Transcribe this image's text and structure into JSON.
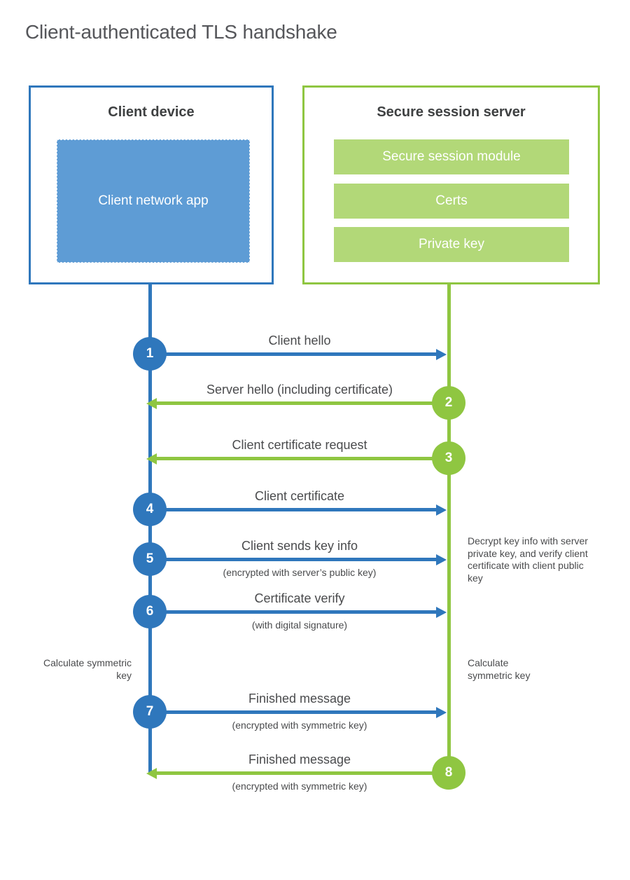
{
  "title": "Client-authenticated TLS handshake",
  "client": {
    "header": "Client device",
    "app_label": "Client network app"
  },
  "server": {
    "header": "Secure session server",
    "modules": [
      "Secure session module",
      "Certs",
      "Private key"
    ]
  },
  "steps": [
    {
      "number": "1",
      "label": "Client hello",
      "direction": "right"
    },
    {
      "number": "2",
      "label": "Server hello (including certificate)",
      "direction": "left"
    },
    {
      "number": "3",
      "label": "Client certificate request",
      "direction": "left"
    },
    {
      "number": "4",
      "label": "Client certificate",
      "direction": "right"
    },
    {
      "number": "5",
      "label": "Client sends key info",
      "sublabel": "(encrypted with server’s public key)",
      "direction": "right"
    },
    {
      "number": "6",
      "label": "Certificate verify",
      "sublabel": "(with digital signature)",
      "direction": "right"
    },
    {
      "number": "7",
      "label": "Finished message",
      "sublabel": "(encrypted with symmetric key)",
      "direction": "right"
    },
    {
      "number": "8",
      "label": "Finished message",
      "sublabel": "(encrypted with symmetric key)",
      "direction": "left"
    }
  ],
  "notes": {
    "decrypt": "Decrypt key info with server private key, and verify client certificate with client public key",
    "calc_left": "Calculate symmetric key",
    "calc_right": "Calculate symmetric key"
  },
  "colors": {
    "blue": "#2F77BC",
    "green": "#8FC641",
    "blue-fill": "#5E9CD5",
    "green-fill": "#B2D878"
  }
}
